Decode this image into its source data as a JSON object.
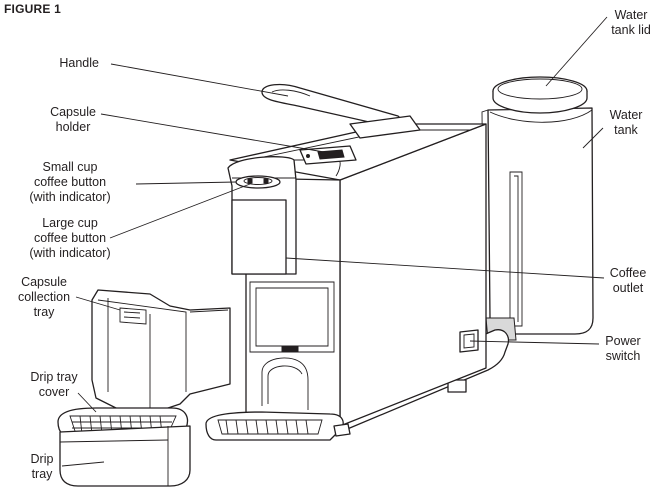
{
  "figure_title": "FIGURE 1",
  "labels": {
    "handle": "Handle",
    "capsule_holder": [
      "Capsule",
      "holder"
    ],
    "small_cup_button": [
      "Small cup",
      "coffee button",
      "(with indicator)"
    ],
    "large_cup_button": [
      "Large cup",
      "coffee button",
      "(with indicator)"
    ],
    "capsule_collection_tray": [
      "Capsule",
      "collection",
      "tray"
    ],
    "drip_tray_cover": [
      "Drip tray",
      "cover"
    ],
    "drip_tray": [
      "Drip",
      "tray"
    ],
    "water_tank_lid": [
      "Water",
      "tank lid"
    ],
    "water_tank": [
      "Water",
      "tank"
    ],
    "coffee_outlet": [
      "Coffee",
      "outlet"
    ],
    "power_switch": [
      "Power",
      "switch"
    ]
  }
}
